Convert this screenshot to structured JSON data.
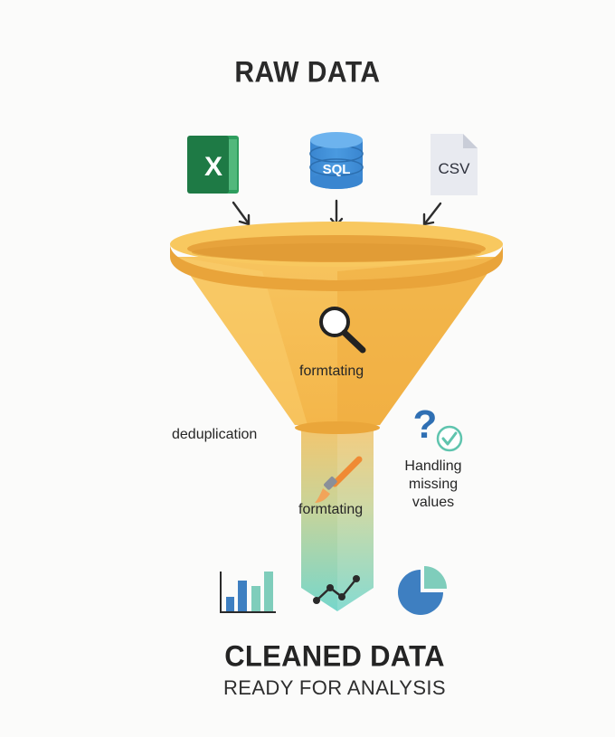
{
  "title": "RAW DATA",
  "sources": [
    {
      "icon": "excel-icon",
      "label": "X",
      "color": "#1e7a45"
    },
    {
      "icon": "sql-database-icon",
      "label": "SQL",
      "color": "#3d8ed6"
    },
    {
      "icon": "csv-file-icon",
      "label": "CSV",
      "color": "#e8eaf0"
    }
  ],
  "steps": {
    "formatting_top": "formtating",
    "deduplication": "deduplication",
    "formatting_mid": "formtating",
    "missing_values": [
      "Handling",
      "missing",
      "values"
    ]
  },
  "output": {
    "title": "CLEANED DATA",
    "subtitle": "READY FOR ANALYSIS"
  },
  "icons": [
    "magnifier-icon",
    "question-check-icon",
    "brush-icon",
    "bar-chart-icon",
    "line-chart-icon",
    "pie-chart-icon"
  ],
  "colors": {
    "funnel": "#f6bf55",
    "funnel_rim": "#f8c763",
    "funnel_shadow": "#eaa63a",
    "stem_top": "#f5c670",
    "stem_bottom": "#7ed8cc",
    "chart_blue": "#3e7fc1",
    "chart_teal": "#7fcdbb"
  }
}
